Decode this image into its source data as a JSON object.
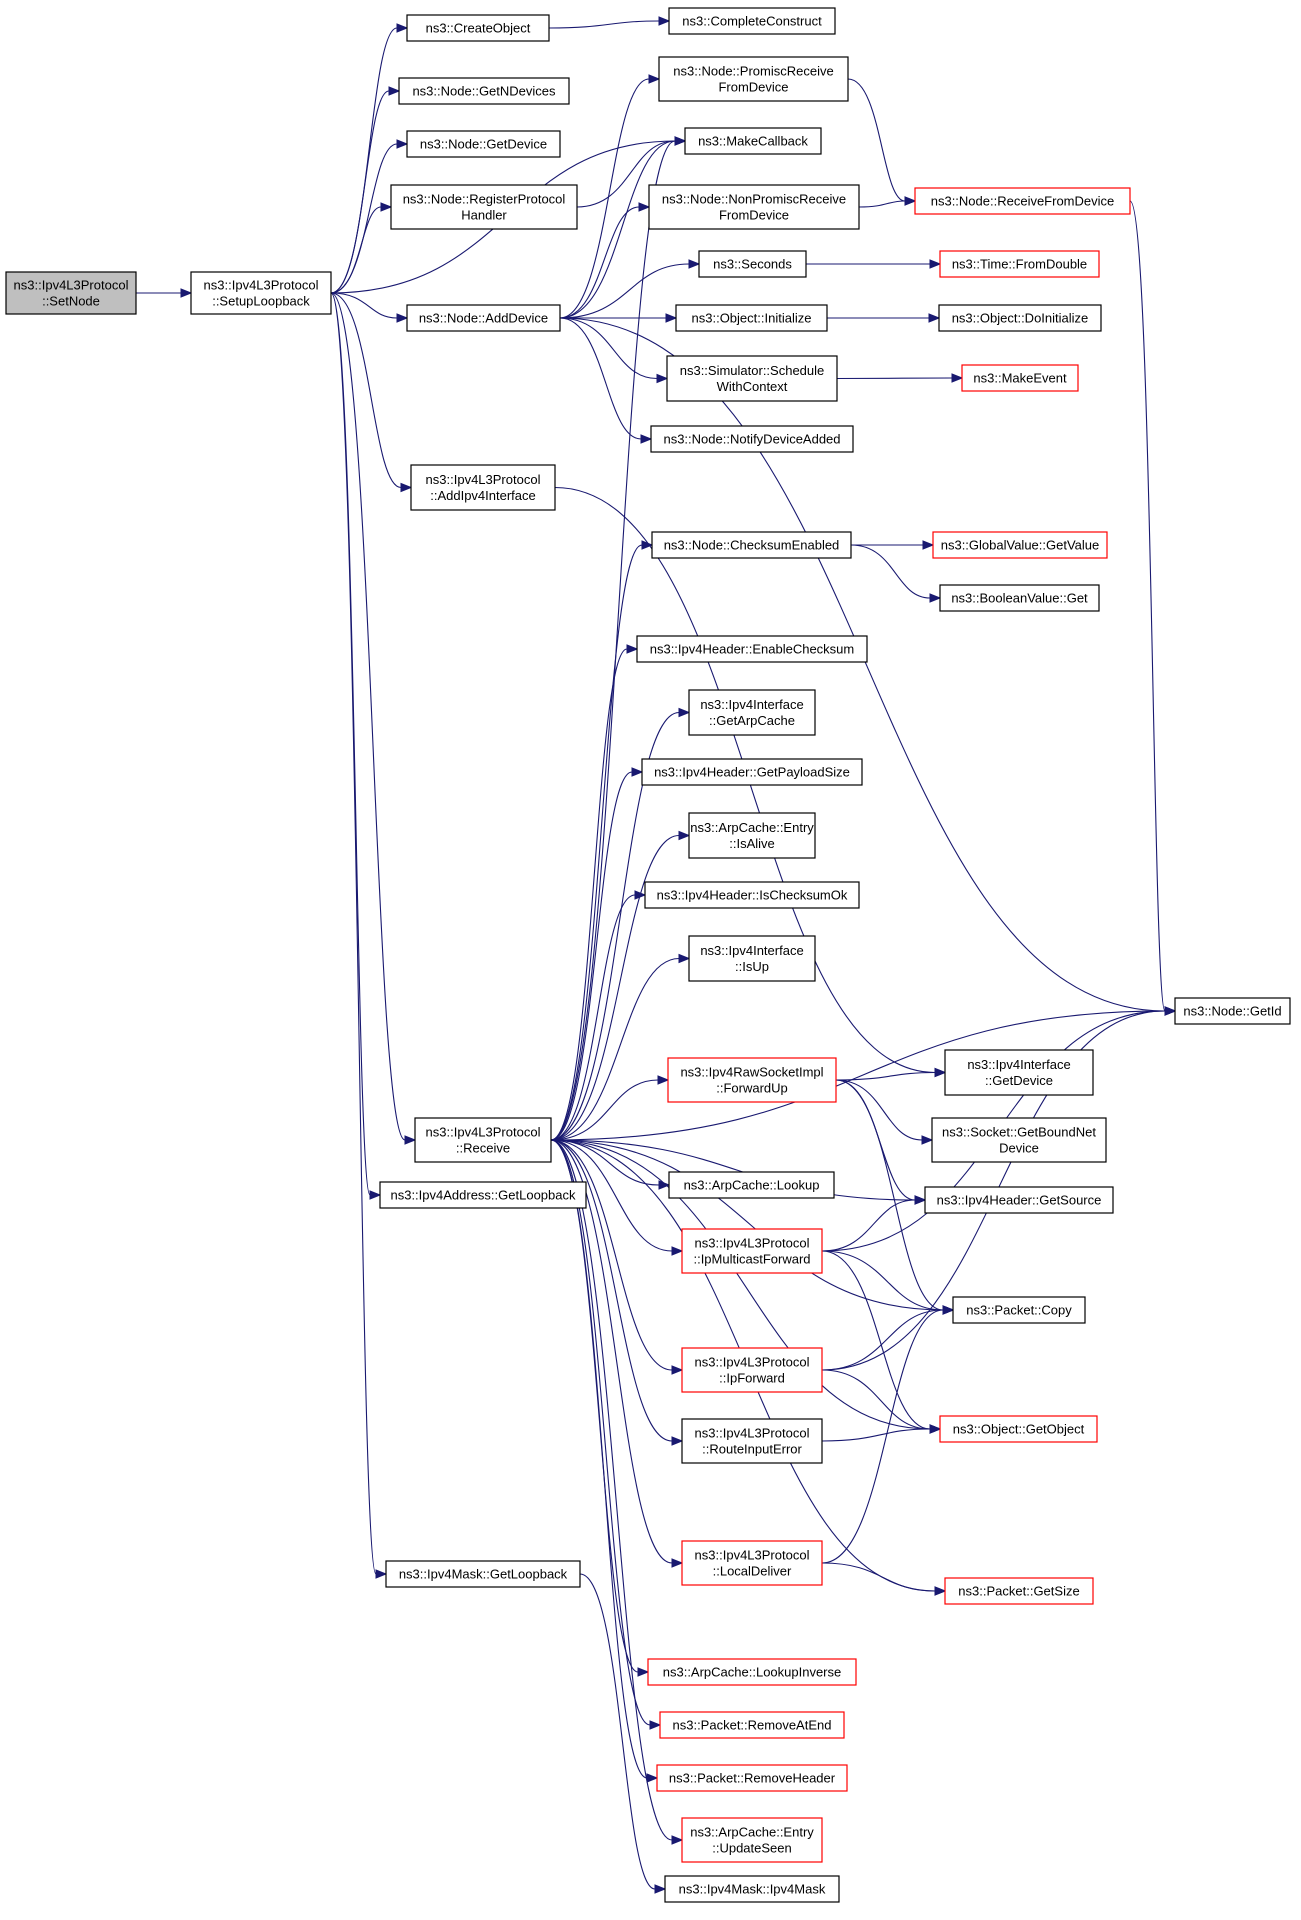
{
  "colors": {
    "edge": "#191970",
    "node_border": "#000000",
    "node_border_truncated": "#ff0000",
    "node_fill": "#ffffff",
    "root_fill": "#bfbfbf"
  },
  "nodes": [
    {
      "id": "setnode",
      "lines": [
        "ns3::Ipv4L3Protocol",
        "::SetNode"
      ],
      "root": true
    },
    {
      "id": "setuploopback",
      "lines": [
        "ns3::Ipv4L3Protocol",
        "::SetupLoopback"
      ]
    },
    {
      "id": "createobject",
      "lines": [
        "ns3::CreateObject"
      ]
    },
    {
      "id": "completeconstruct",
      "lines": [
        "ns3::CompleteConstruct"
      ]
    },
    {
      "id": "getndevices",
      "lines": [
        "ns3::Node::GetNDevices"
      ]
    },
    {
      "id": "promiscreceive",
      "lines": [
        "ns3::Node::PromiscReceive",
        "FromDevice"
      ]
    },
    {
      "id": "getdevice",
      "lines": [
        "ns3::Node::GetDevice"
      ]
    },
    {
      "id": "makecallback",
      "lines": [
        "ns3::MakeCallback"
      ]
    },
    {
      "id": "registerprotocol",
      "lines": [
        "ns3::Node::RegisterProtocol",
        "Handler"
      ]
    },
    {
      "id": "nonpromiscreceive",
      "lines": [
        "ns3::Node::NonPromiscReceive",
        "FromDevice"
      ]
    },
    {
      "id": "receivefromdevice",
      "lines": [
        "ns3::Node::ReceiveFromDevice"
      ],
      "truncated": true
    },
    {
      "id": "seconds",
      "lines": [
        "ns3::Seconds"
      ]
    },
    {
      "id": "fromdouble",
      "lines": [
        "ns3::Time::FromDouble"
      ],
      "truncated": true
    },
    {
      "id": "adddevice",
      "lines": [
        "ns3::Node::AddDevice"
      ]
    },
    {
      "id": "initialize",
      "lines": [
        "ns3::Object::Initialize"
      ]
    },
    {
      "id": "doinitialize",
      "lines": [
        "ns3::Object::DoInitialize"
      ]
    },
    {
      "id": "schedulewithcontext",
      "lines": [
        "ns3::Simulator::Schedule",
        "WithContext"
      ]
    },
    {
      "id": "makeevent",
      "lines": [
        "ns3::MakeEvent"
      ],
      "truncated": true
    },
    {
      "id": "notifydeviceadded",
      "lines": [
        "ns3::Node::NotifyDeviceAdded"
      ]
    },
    {
      "id": "addipv4interface",
      "lines": [
        "ns3::Ipv4L3Protocol",
        "::AddIpv4Interface"
      ]
    },
    {
      "id": "checksumenabled",
      "lines": [
        "ns3::Node::ChecksumEnabled"
      ]
    },
    {
      "id": "globalvalueget",
      "lines": [
        "ns3::GlobalValue::GetValue"
      ],
      "truncated": true
    },
    {
      "id": "booleanget",
      "lines": [
        "ns3::BooleanValue::Get"
      ]
    },
    {
      "id": "enablechecksum",
      "lines": [
        "ns3::Ipv4Header::EnableChecksum"
      ]
    },
    {
      "id": "getarpcache",
      "lines": [
        "ns3::Ipv4Interface",
        "::GetArpCache"
      ]
    },
    {
      "id": "getpayloadsize",
      "lines": [
        "ns3::Ipv4Header::GetPayloadSize"
      ]
    },
    {
      "id": "isalive",
      "lines": [
        "ns3::ArpCache::Entry",
        "::IsAlive"
      ]
    },
    {
      "id": "ischecksumok",
      "lines": [
        "ns3::Ipv4Header::IsChecksumOk"
      ]
    },
    {
      "id": "isup",
      "lines": [
        "ns3::Ipv4Interface",
        "::IsUp"
      ]
    },
    {
      "id": "nodegetid",
      "lines": [
        "ns3::Node::GetId"
      ]
    },
    {
      "id": "forwardup",
      "lines": [
        "ns3::Ipv4RawSocketImpl",
        "::ForwardUp"
      ],
      "truncated": true
    },
    {
      "id": "ifacegetdevice",
      "lines": [
        "ns3::Ipv4Interface",
        "::GetDevice"
      ]
    },
    {
      "id": "receive",
      "lines": [
        "ns3::Ipv4L3Protocol",
        "::Receive"
      ]
    },
    {
      "id": "getboundnetdevice",
      "lines": [
        "ns3::Socket::GetBoundNet",
        "Device"
      ]
    },
    {
      "id": "addrgetloopback",
      "lines": [
        "ns3::Ipv4Address::GetLoopback"
      ]
    },
    {
      "id": "arplookup",
      "lines": [
        "ns3::ArpCache::Lookup"
      ]
    },
    {
      "id": "getsource",
      "lines": [
        "ns3::Ipv4Header::GetSource"
      ]
    },
    {
      "id": "ipmulticastforward",
      "lines": [
        "ns3::Ipv4L3Protocol",
        "::IpMulticastForward"
      ],
      "truncated": true
    },
    {
      "id": "packetcopy",
      "lines": [
        "ns3::Packet::Copy"
      ]
    },
    {
      "id": "ipforward",
      "lines": [
        "ns3::Ipv4L3Protocol",
        "::IpForward"
      ],
      "truncated": true
    },
    {
      "id": "routeinputerror",
      "lines": [
        "ns3::Ipv4L3Protocol",
        "::RouteInputError"
      ]
    },
    {
      "id": "getobject",
      "lines": [
        "ns3::Object::GetObject"
      ],
      "truncated": true
    },
    {
      "id": "localdeliver",
      "lines": [
        "ns3::Ipv4L3Protocol",
        "::LocalDeliver"
      ],
      "truncated": true
    },
    {
      "id": "maskgetloopback",
      "lines": [
        "ns3::Ipv4Mask::GetLoopback"
      ]
    },
    {
      "id": "packetgetsize",
      "lines": [
        "ns3::Packet::GetSize"
      ],
      "truncated": true
    },
    {
      "id": "lookupinverse",
      "lines": [
        "ns3::ArpCache::LookupInverse"
      ],
      "truncated": true
    },
    {
      "id": "removeatend",
      "lines": [
        "ns3::Packet::RemoveAtEnd"
      ],
      "truncated": true
    },
    {
      "id": "removeheader",
      "lines": [
        "ns3::Packet::RemoveHeader"
      ],
      "truncated": true
    },
    {
      "id": "updateseen",
      "lines": [
        "ns3::ArpCache::Entry",
        "::UpdateSeen"
      ],
      "truncated": true
    },
    {
      "id": "ipv4mask",
      "lines": [
        "ns3::Ipv4Mask::Ipv4Mask"
      ]
    }
  ],
  "edges": [
    [
      "setnode",
      "setuploopback"
    ],
    [
      "setuploopback",
      "createobject"
    ],
    [
      "setuploopback",
      "getndevices"
    ],
    [
      "setuploopback",
      "getdevice"
    ],
    [
      "setuploopback",
      "registerprotocol"
    ],
    [
      "setuploopback",
      "makecallback"
    ],
    [
      "setuploopback",
      "adddevice"
    ],
    [
      "setuploopback",
      "addipv4interface"
    ],
    [
      "setuploopback",
      "receive"
    ],
    [
      "setuploopback",
      "addrgetloopback"
    ],
    [
      "setuploopback",
      "maskgetloopback"
    ],
    [
      "createobject",
      "completeconstruct"
    ],
    [
      "registerprotocol",
      "makecallback"
    ],
    [
      "promiscreceive",
      "receivefromdevice"
    ],
    [
      "nonpromiscreceive",
      "receivefromdevice"
    ],
    [
      "receivefromdevice",
      "nodegetid"
    ],
    [
      "adddevice",
      "makecallback"
    ],
    [
      "adddevice",
      "promiscreceive"
    ],
    [
      "adddevice",
      "nonpromiscreceive"
    ],
    [
      "adddevice",
      "seconds"
    ],
    [
      "adddevice",
      "initialize"
    ],
    [
      "adddevice",
      "schedulewithcontext"
    ],
    [
      "adddevice",
      "notifydeviceadded"
    ],
    [
      "adddevice",
      "nodegetid"
    ],
    [
      "seconds",
      "fromdouble"
    ],
    [
      "initialize",
      "doinitialize"
    ],
    [
      "schedulewithcontext",
      "makeevent"
    ],
    [
      "addipv4interface",
      "ifacegetdevice"
    ],
    [
      "checksumenabled",
      "globalvalueget"
    ],
    [
      "checksumenabled",
      "booleanget"
    ],
    [
      "receive",
      "makecallback"
    ],
    [
      "receive",
      "checksumenabled"
    ],
    [
      "receive",
      "enablechecksum"
    ],
    [
      "receive",
      "getarpcache"
    ],
    [
      "receive",
      "getpayloadsize"
    ],
    [
      "receive",
      "isalive"
    ],
    [
      "receive",
      "ischecksumok"
    ],
    [
      "receive",
      "isup"
    ],
    [
      "receive",
      "nodegetid"
    ],
    [
      "receive",
      "forwardup"
    ],
    [
      "receive",
      "getsource"
    ],
    [
      "receive",
      "arplookup"
    ],
    [
      "receive",
      "ipmulticastforward"
    ],
    [
      "receive",
      "packetcopy"
    ],
    [
      "receive",
      "ipforward"
    ],
    [
      "receive",
      "routeinputerror"
    ],
    [
      "receive",
      "getobject"
    ],
    [
      "receive",
      "localdeliver"
    ],
    [
      "receive",
      "packetgetsize"
    ],
    [
      "receive",
      "lookupinverse"
    ],
    [
      "receive",
      "removeatend"
    ],
    [
      "receive",
      "removeheader"
    ],
    [
      "receive",
      "updateseen"
    ],
    [
      "forwardup",
      "ifacegetdevice"
    ],
    [
      "forwardup",
      "getboundnetdevice"
    ],
    [
      "forwardup",
      "getsource"
    ],
    [
      "forwardup",
      "packetcopy"
    ],
    [
      "ipmulticastforward",
      "getsource"
    ],
    [
      "ipmulticastforward",
      "packetcopy"
    ],
    [
      "ipmulticastforward",
      "getobject"
    ],
    [
      "ipmulticastforward",
      "nodegetid"
    ],
    [
      "ipforward",
      "packetcopy"
    ],
    [
      "ipforward",
      "getobject"
    ],
    [
      "ipforward",
      "nodegetid"
    ],
    [
      "routeinputerror",
      "getobject"
    ],
    [
      "localdeliver",
      "packetcopy"
    ],
    [
      "localdeliver",
      "packetgetsize"
    ],
    [
      "maskgetloopback",
      "ipv4mask"
    ]
  ]
}
